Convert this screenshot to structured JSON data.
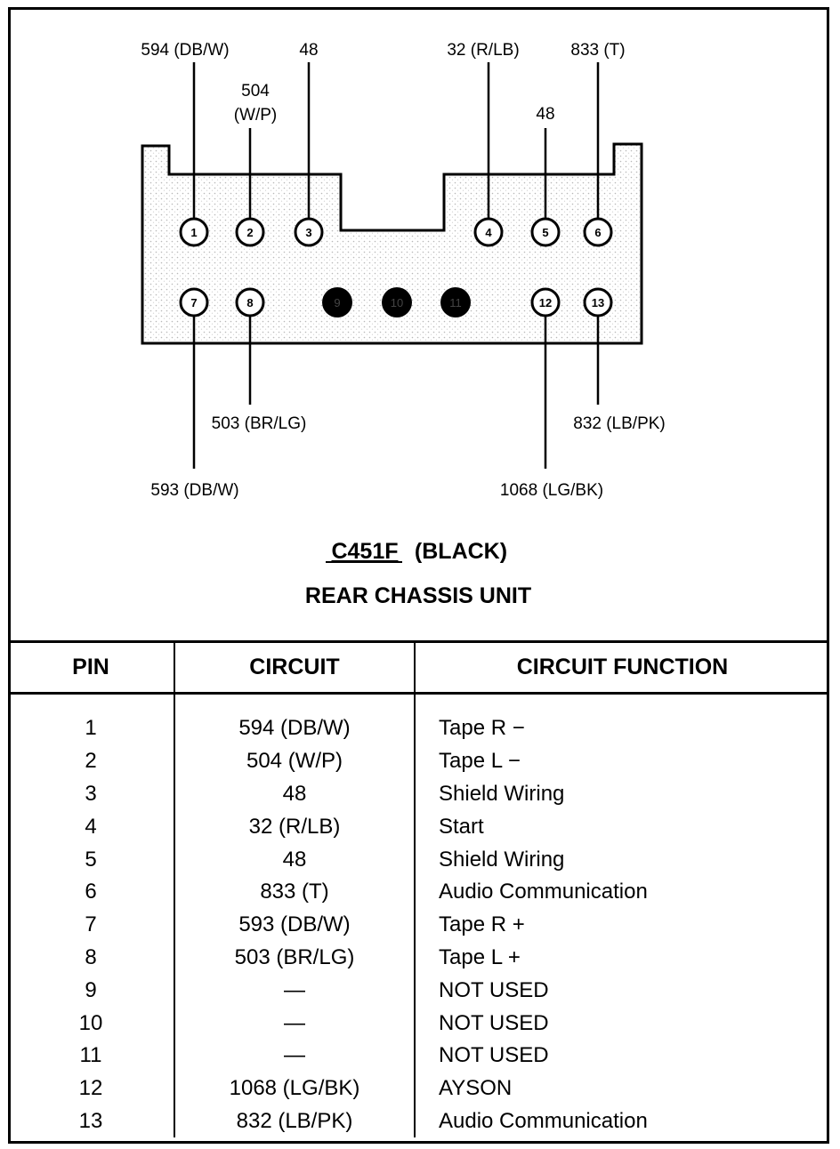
{
  "connector": {
    "id": "C451F",
    "color_label": "(BLACK)",
    "unit": "REAR CHASSIS UNIT",
    "wire_labels": {
      "pin1": "594 (DB/W)",
      "pin2_line1": "504",
      "pin2_line2": "(W/P)",
      "pin3": "48",
      "pin4": "32 (R/LB)",
      "pin5": "48",
      "pin6": "833 (T)",
      "pin7": "593 (DB/W)",
      "pin8": "503 (BR/LG)",
      "pin12": "1068 (LG/BK)",
      "pin13": "832 (LB/PK)"
    },
    "cavities": [
      {
        "num": "1",
        "used": true
      },
      {
        "num": "2",
        "used": true
      },
      {
        "num": "3",
        "used": true
      },
      {
        "num": "4",
        "used": true
      },
      {
        "num": "5",
        "used": true
      },
      {
        "num": "6",
        "used": true
      },
      {
        "num": "7",
        "used": true
      },
      {
        "num": "8",
        "used": true
      },
      {
        "num": "9",
        "used": false
      },
      {
        "num": "10",
        "used": false
      },
      {
        "num": "11",
        "used": false
      },
      {
        "num": "12",
        "used": true
      },
      {
        "num": "13",
        "used": true
      }
    ]
  },
  "table": {
    "headers": {
      "pin": "PIN",
      "circuit": "CIRCUIT",
      "function": "CIRCUIT FUNCTION"
    },
    "rows": [
      {
        "pin": "1",
        "circuit": "594 (DB/W)",
        "function": "Tape R −"
      },
      {
        "pin": "2",
        "circuit": "504 (W/P)",
        "function": "Tape L −"
      },
      {
        "pin": "3",
        "circuit": "48",
        "function": "Shield Wiring"
      },
      {
        "pin": "4",
        "circuit": "32 (R/LB)",
        "function": "Start"
      },
      {
        "pin": "5",
        "circuit": "48",
        "function": "Shield Wiring"
      },
      {
        "pin": "6",
        "circuit": "833 (T)",
        "function": "Audio Communication"
      },
      {
        "pin": "7",
        "circuit": "593 (DB/W)",
        "function": "Tape R +"
      },
      {
        "pin": "8",
        "circuit": "503 (BR/LG)",
        "function": "Tape L +"
      },
      {
        "pin": "9",
        "circuit": "—",
        "function": "NOT USED"
      },
      {
        "pin": "10",
        "circuit": "—",
        "function": "NOT USED"
      },
      {
        "pin": "11",
        "circuit": "—",
        "function": "NOT USED"
      },
      {
        "pin": "12",
        "circuit": "1068 (LG/BK)",
        "function": "AYSON"
      },
      {
        "pin": "13",
        "circuit": "832 (LB/PK)",
        "function": "Audio Communication"
      }
    ]
  }
}
